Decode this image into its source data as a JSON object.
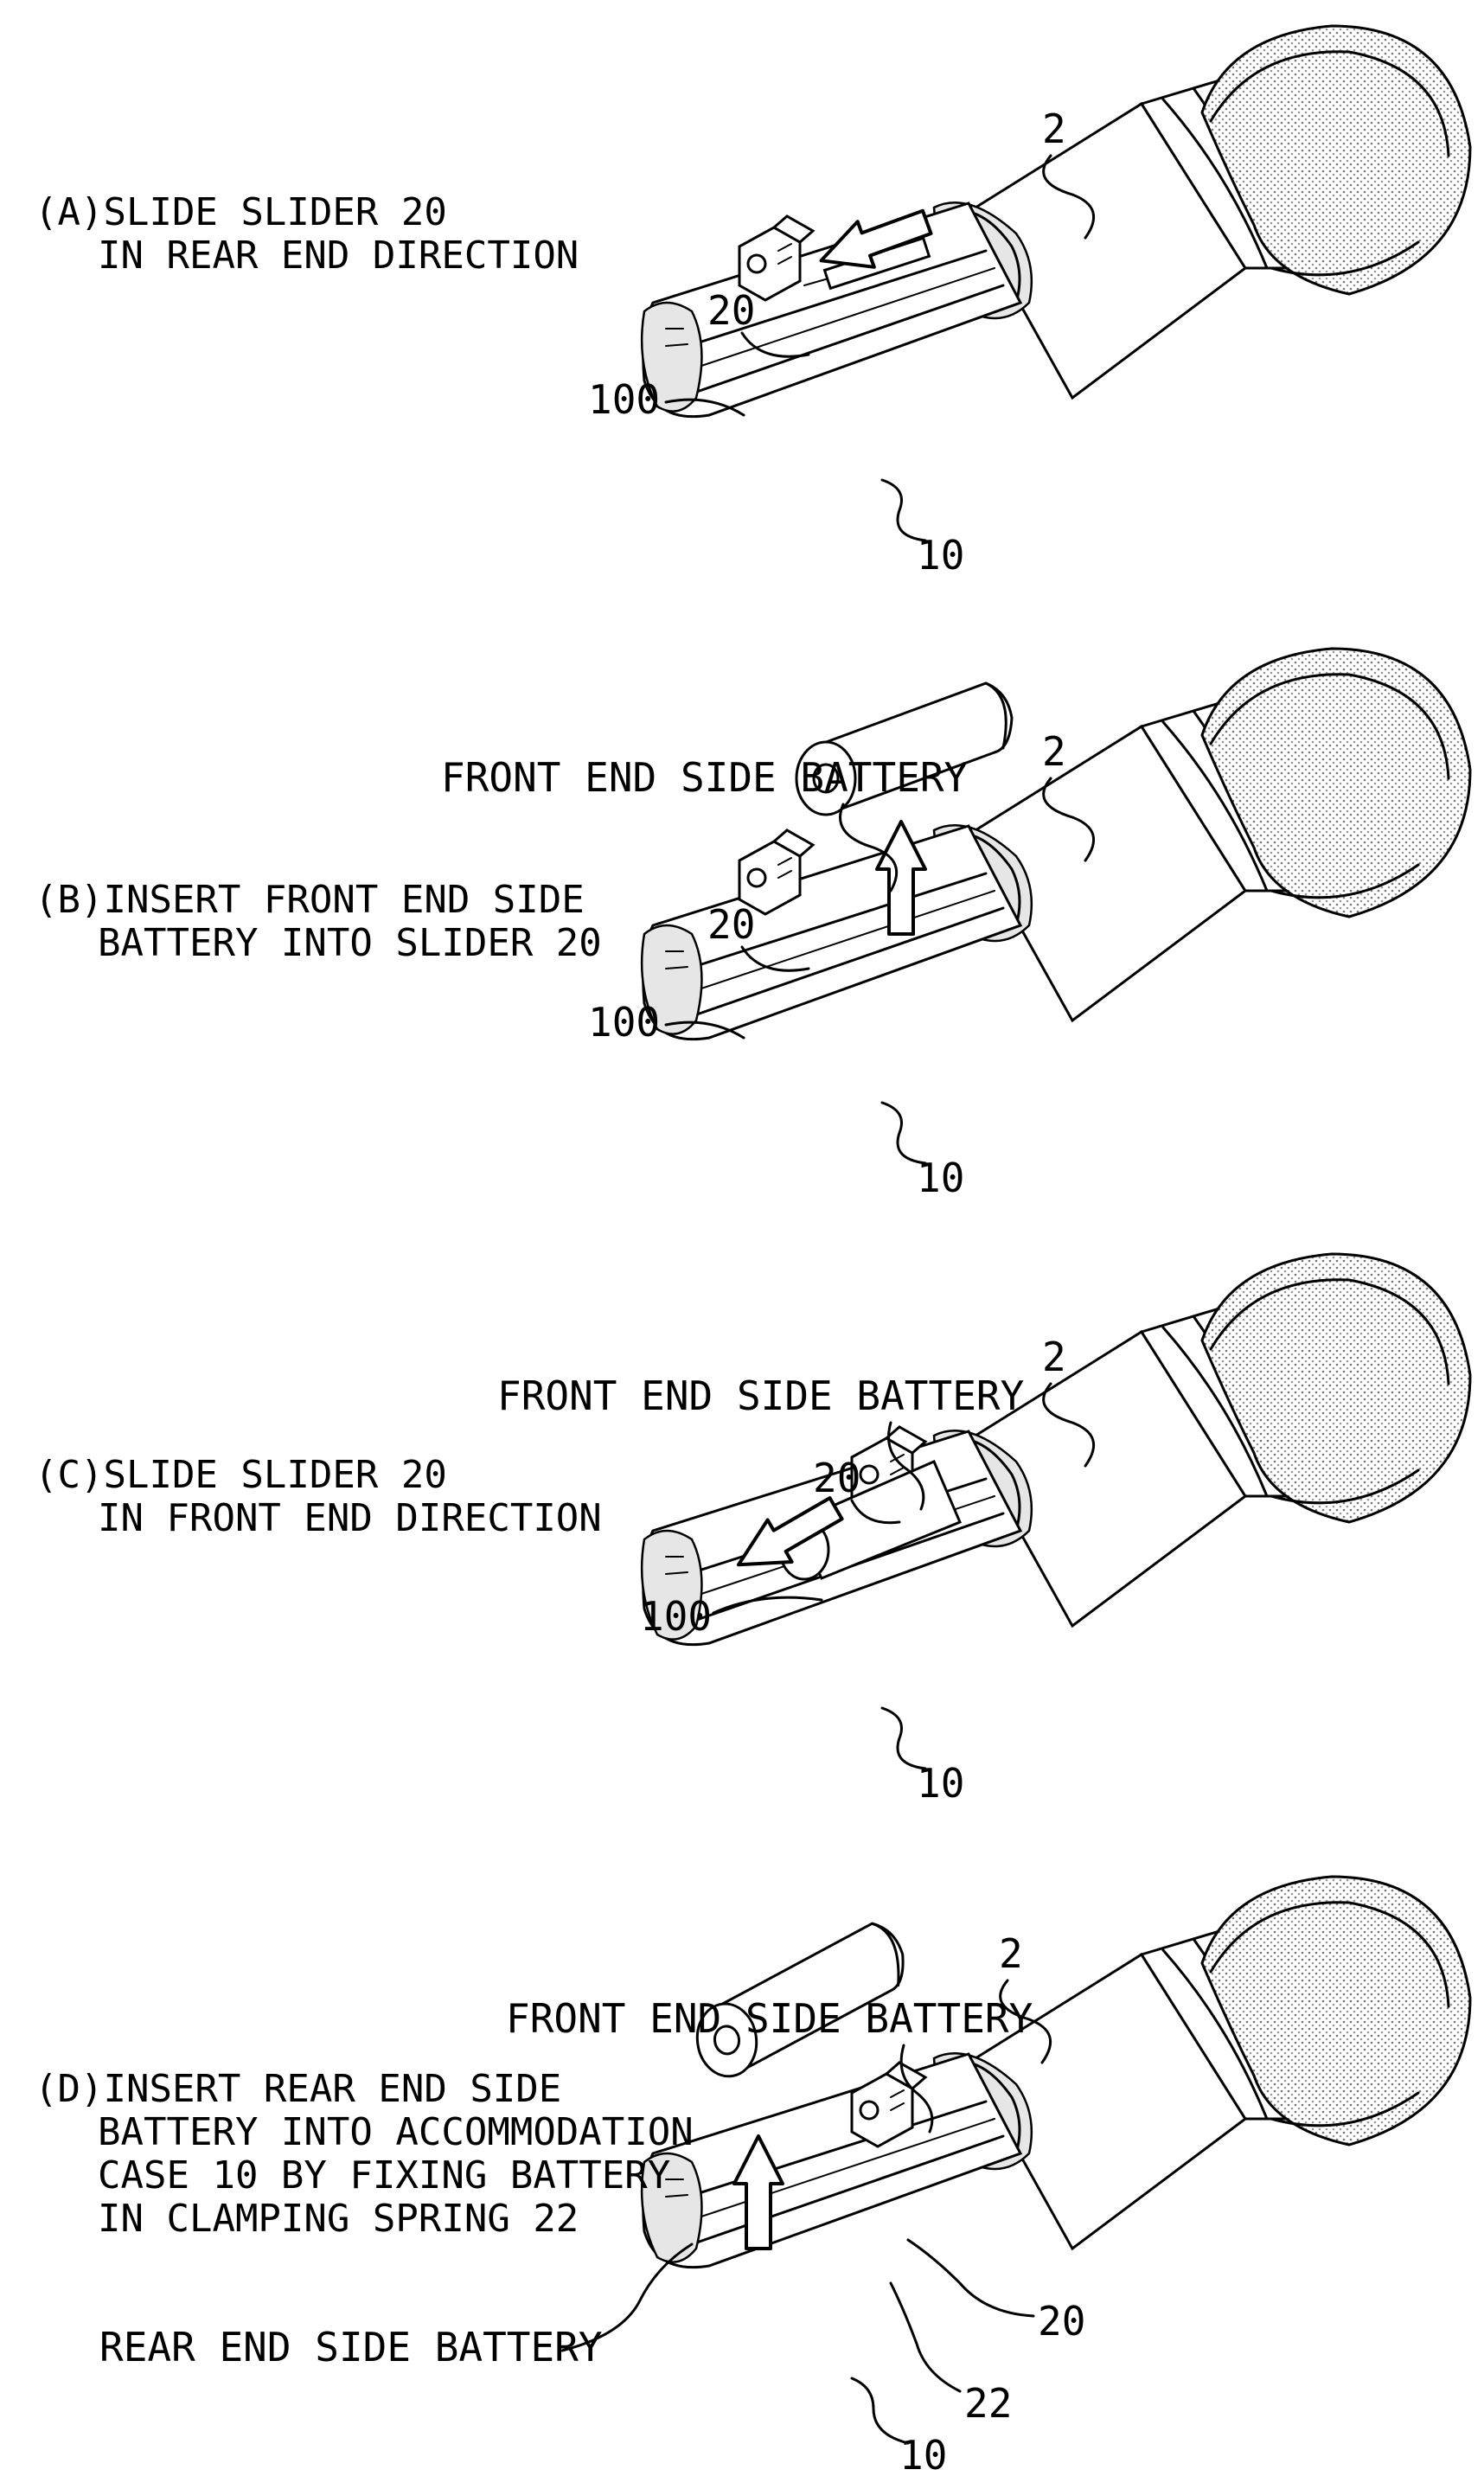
{
  "panels": [
    {
      "id": "A",
      "caption": [
        "(A)SLIDE SLIDER 20",
        "IN REAR END DIRECTION"
      ],
      "labels": {
        "mic": "2",
        "slider": "20",
        "battery_hole": "100",
        "case": "10"
      }
    },
    {
      "id": "B",
      "caption": [
        "(B)INSERT FRONT END SIDE",
        "BATTERY INTO SLIDER 20"
      ],
      "labels": {
        "front_battery": "FRONT END SIDE BATTERY",
        "mic": "2",
        "slider": "20",
        "battery_hole": "100",
        "case": "10"
      }
    },
    {
      "id": "C",
      "caption": [
        "(C)SLIDE SLIDER 20",
        "IN FRONT END DIRECTION"
      ],
      "labels": {
        "front_battery": "FRONT END SIDE BATTERY",
        "mic": "2",
        "slider": "20",
        "battery_hole": "100",
        "case": "10"
      }
    },
    {
      "id": "D",
      "caption": [
        "(D)INSERT REAR END SIDE",
        "BATTERY INTO ACCOMMODATION",
        "CASE 10 BY FIXING BATTERY",
        "IN CLAMPING SPRING 22"
      ],
      "labels": {
        "front_battery": "FRONT END SIDE BATTERY",
        "mic": "2",
        "rear_battery": "REAR END SIDE BATTERY",
        "slider": "20",
        "spring": "22",
        "case": "10"
      }
    }
  ]
}
